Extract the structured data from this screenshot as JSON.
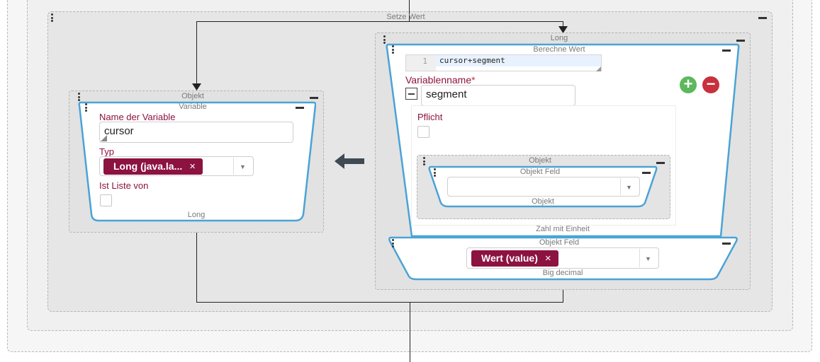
{
  "colors": {
    "accent": "#8c1240",
    "frame_border": "#4aa3d6",
    "add_button": "#5cb85c",
    "remove_button": "#c9303e"
  },
  "setze_wert": {
    "title": "Setze Wert"
  },
  "left_object": {
    "title": "Objekt",
    "variable": {
      "title": "Variable",
      "name_label": "Name der Variable",
      "name_value": "cursor",
      "typ_label": "Typ",
      "typ_tag": "Long (java.la...",
      "list_label": "Ist Liste von",
      "footer": "Long"
    }
  },
  "right_long": {
    "title": "Long",
    "berechne": {
      "title": "Berechne Wert",
      "line_number": "1",
      "code": "cursor+segment",
      "varname_label": "Variablenname",
      "required_star": "*",
      "varname_value": "segment",
      "pflicht_label": "Pflicht",
      "inner_object": {
        "title": "Objekt",
        "field_title": "Objekt Feld",
        "footer": "Objekt"
      },
      "footer": "Zahl mit Einheit"
    },
    "objekt_feld": {
      "title": "Objekt Feld",
      "tag": "Wert (value)",
      "footer": "Big decimal"
    }
  },
  "icons": {
    "tag_remove": "×",
    "dropdown": "▼",
    "add": "+",
    "remove": "−",
    "arrow_left": "arrow-left-icon",
    "collapse": "minus-square-icon"
  }
}
